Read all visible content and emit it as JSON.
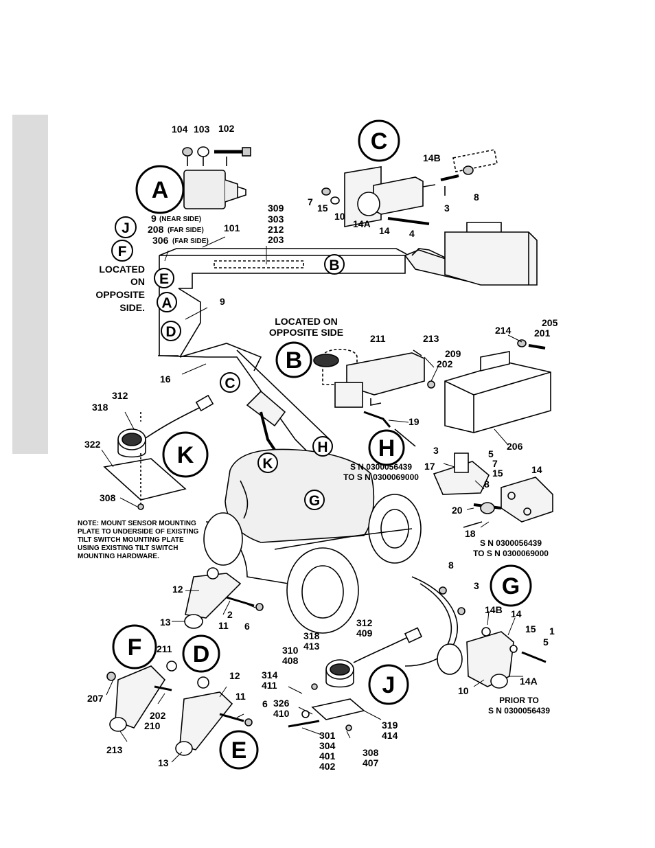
{
  "callouts": {
    "A": "A",
    "B": "B",
    "C": "C",
    "D": "D",
    "E": "E",
    "F": "F",
    "G": "G",
    "H": "H",
    "J": "J",
    "K": "K"
  },
  "texts": {
    "located_on": "LOCATED",
    "on": "ON",
    "opposite": "OPPOSITE",
    "side": "SIDE.",
    "located_on_line1": "LOCATED ON",
    "located_on_line2": "OPPOSITE SIDE",
    "near_side": "(NEAR SIDE)",
    "far_side": "(FAR SIDE)",
    "sn_h_1": "S N 0300056439",
    "sn_h_2": "TO S N 0300069000",
    "sn_b_1": "S N 0300056439",
    "sn_b_2": "TO S N 0300069000",
    "prior_1": "PRIOR TO",
    "prior_2": "S N 0300056439",
    "note_1": "NOTE: MOUNT SENSOR MOUNTING",
    "note_2": "PLATE TO UNDERSIDE OF EXISTING",
    "note_3": "TILT SWITCH MOUNTING PLATE",
    "note_4": "USING EXISTING TILT SWITCH",
    "note_5": "MOUNTING HARDWARE."
  },
  "parts": {
    "p104": "104",
    "p103": "103",
    "p102": "102",
    "p101": "101",
    "p9a": "9",
    "p208": "208",
    "p306": "306",
    "p309": "309",
    "p303": "303",
    "p212": "212",
    "p203": "203",
    "p14B": "14B",
    "p8": "8",
    "p7": "7",
    "p15": "15",
    "p10": "10",
    "p14A": "14A",
    "p14": "14",
    "p4": "4",
    "p3": "3",
    "p9b": "9",
    "p16": "16",
    "p211": "211",
    "p213": "213",
    "p209": "209",
    "p202": "202",
    "p19": "19",
    "p214": "214",
    "p205": "205",
    "p201": "201",
    "p206": "206",
    "p312": "312",
    "p318": "318",
    "p322": "322",
    "p308": "308",
    "h3": "3",
    "h5": "5",
    "h7": "7",
    "h15": "15",
    "h14": "14",
    "h17": "17",
    "h8": "8",
    "h20": "20",
    "h18": "18",
    "d12": "12",
    "d13": "13",
    "d2": "2",
    "d11": "11",
    "d6": "6",
    "g8": "8",
    "g3": "3",
    "g14B": "14B",
    "g14": "14",
    "g15": "15",
    "g1": "1",
    "g5": "5",
    "g10": "10",
    "g14A": "14A",
    "f211": "211",
    "f207": "207",
    "f202": "202",
    "f210": "210",
    "f213": "213",
    "e12": "12",
    "e11": "11",
    "e6": "6",
    "e13": "13",
    "j312": "312",
    "j409": "409",
    "j318": "318",
    "j413": "413",
    "j310": "310",
    "j408": "408",
    "j314": "314",
    "j411": "411",
    "j326": "326",
    "j410": "410",
    "j319": "319",
    "j414": "414",
    "j301": "301",
    "j304": "304",
    "j401": "401",
    "j402": "402",
    "j308": "308",
    "j407": "407"
  }
}
